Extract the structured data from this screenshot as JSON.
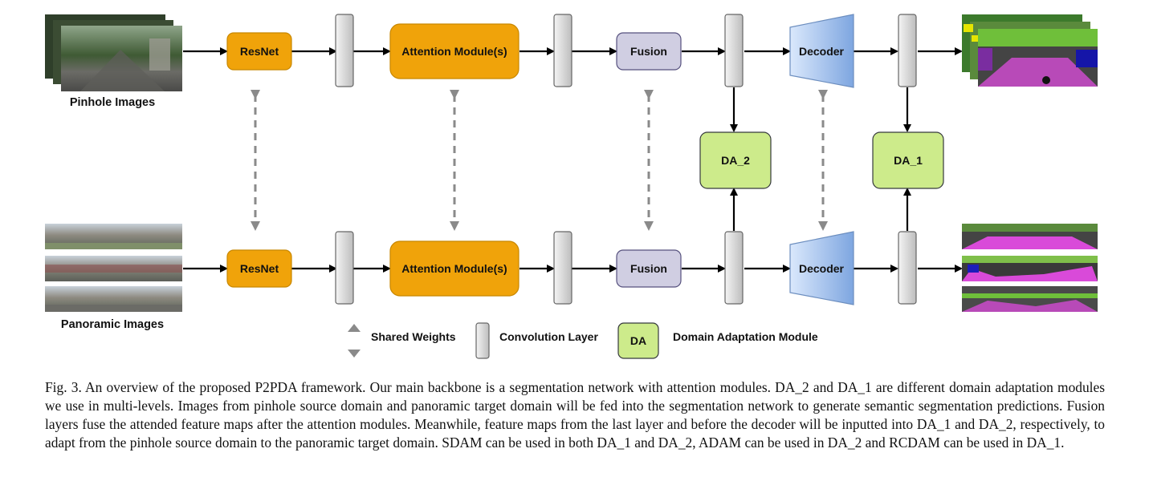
{
  "diagram": {
    "source_images_label": "Pinhole Images",
    "target_images_label": "Panoramic Images",
    "resnet_label": "ResNet",
    "attention_label": "Attention Module(s)",
    "fusion_label": "Fusion",
    "decoder_label": "Decoder",
    "da2_label": "DA_2",
    "da1_label": "DA_1",
    "legend": {
      "shared_weights": "Shared Weights",
      "conv_layer": "Convolution Layer",
      "da_badge": "DA",
      "da_module": "Domain Adaptation Module"
    }
  },
  "colors": {
    "resnet": "#f0a30a",
    "attention": "#f0a30a",
    "fusion": "#d0cee2",
    "da": "#cdeb8b",
    "decoder_light": "#dae8fc",
    "decoder_dark": "#7ea6e0",
    "conv": "#d6d6d6"
  },
  "caption": {
    "text": "Fig. 3.    An overview of the proposed P2PDA framework. Our main backbone is a segmentation network with attention modules. DA_2 and DA_1 are different domain adaptation modules we use in multi-levels. Images from pinhole source domain and panoramic target domain will be fed into the segmentation network to generate semantic segmentation predictions. Fusion layers fuse the attended feature maps after the attention modules. Meanwhile, feature maps from the last layer and before the decoder will be inputted into DA_1 and DA_2, respectively, to adapt from the pinhole source domain to the panoramic target domain. SDAM can be used in both DA_1 and DA_2, ADAM can be used in DA_2 and RCDAM can be used in DA_1."
  }
}
